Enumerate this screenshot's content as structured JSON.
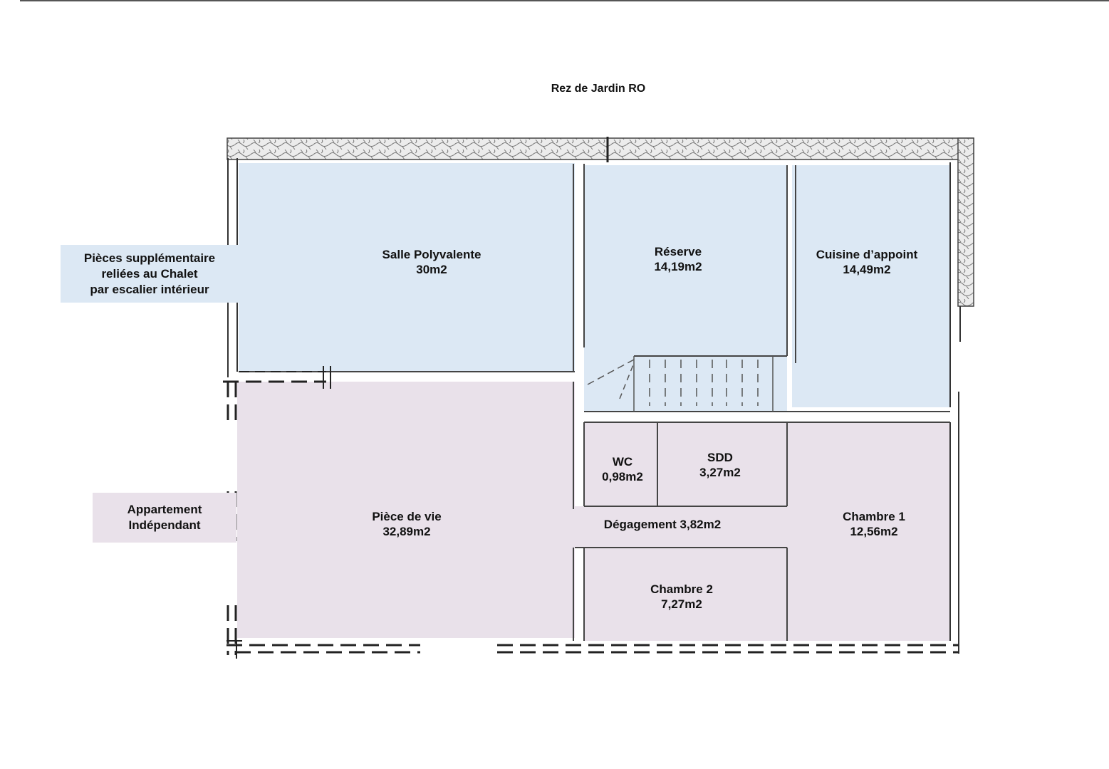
{
  "title": "Rez de Jardin RO",
  "side_labels": {
    "upper": [
      "Pièces supplémentaire",
      "reliées au Chalet",
      "par escalier intérieur"
    ],
    "lower": [
      "Appartement",
      "Indépendant"
    ]
  },
  "rooms": {
    "salle_polyvalente": {
      "name": "Salle Polyvalente",
      "area": "30m2"
    },
    "reserve": {
      "name": "Réserve",
      "area": "14,19m2"
    },
    "cuisine": {
      "name": "Cuisine d’appoint",
      "area": "14,49m2"
    },
    "wc": {
      "name": "WC",
      "area": "0,98m2"
    },
    "sdd": {
      "name": "SDD",
      "area": "3,27m2"
    },
    "piece_de_vie": {
      "name": "Pièce de vie",
      "area": "32,89m2"
    },
    "degagement": {
      "name": "Dégagement 3,82m2"
    },
    "chambre1": {
      "name": "Chambre 1",
      "area": "12,56m2"
    },
    "chambre2": {
      "name": "Chambre 2",
      "area": "7,27m2"
    }
  },
  "colors": {
    "chalet_zone": "#dce8f4",
    "apartment_zone": "#e9e1ea",
    "walls": "#333333",
    "stone": "#e6e6e6"
  }
}
